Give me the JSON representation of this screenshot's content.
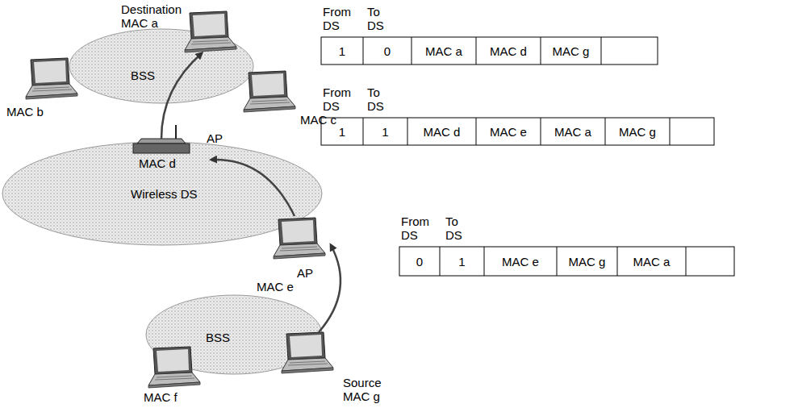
{
  "diagram": {
    "nodes": [
      {
        "text": [
          "BSS"
        ]
      },
      {
        "text": [
          "Wireless DS"
        ]
      },
      {
        "text": [
          "BSS"
        ]
      }
    ],
    "labels": [
      "Destination MAC a",
      "MAC b",
      "MAC c",
      "AP",
      "MAC d",
      "AP",
      "MAC e",
      "MAC f",
      "Source MAC g",
      "From DS",
      "To DS",
      "1",
      "0",
      "MAC a",
      "MAC d",
      "MAC g",
      "From DS",
      "To DS",
      "1",
      "1",
      "MAC d",
      "MAC e",
      "MAC a",
      "MAC g",
      "From DS",
      "To DS",
      "0",
      "1",
      "MAC e",
      "MAC g",
      "MAC a"
    ]
  }
}
